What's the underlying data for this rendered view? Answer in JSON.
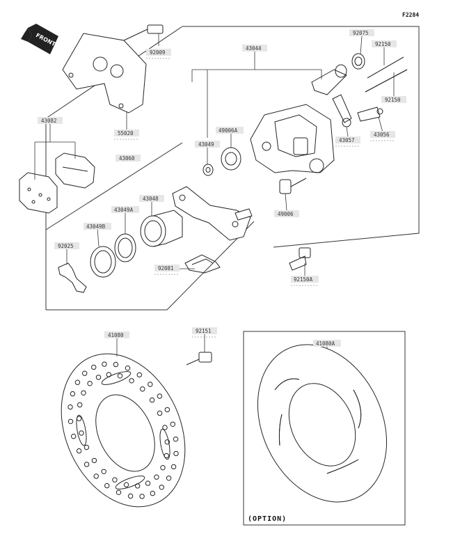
{
  "figure_code": "F2284",
  "front_label": "FRONT",
  "option_label": "(OPTION)",
  "labels": {
    "p92009": "92009",
    "p55020": "55020",
    "p43082": "43082",
    "p43060": "43060",
    "p43044": "43044",
    "p92075": "92075",
    "p92150a": "92150",
    "p92150b": "92150",
    "p43056": "43056",
    "p43057": "43057",
    "p49006a": "49006A",
    "p43049": "43049",
    "p49006": "49006",
    "p43048": "43048",
    "p43049a": "43049A",
    "p43049b": "43049B",
    "p92025": "92025",
    "p92081": "92081",
    "p92150A": "92150A",
    "p41080": "41080",
    "p92151": "92151",
    "p41080a": "41080A"
  }
}
